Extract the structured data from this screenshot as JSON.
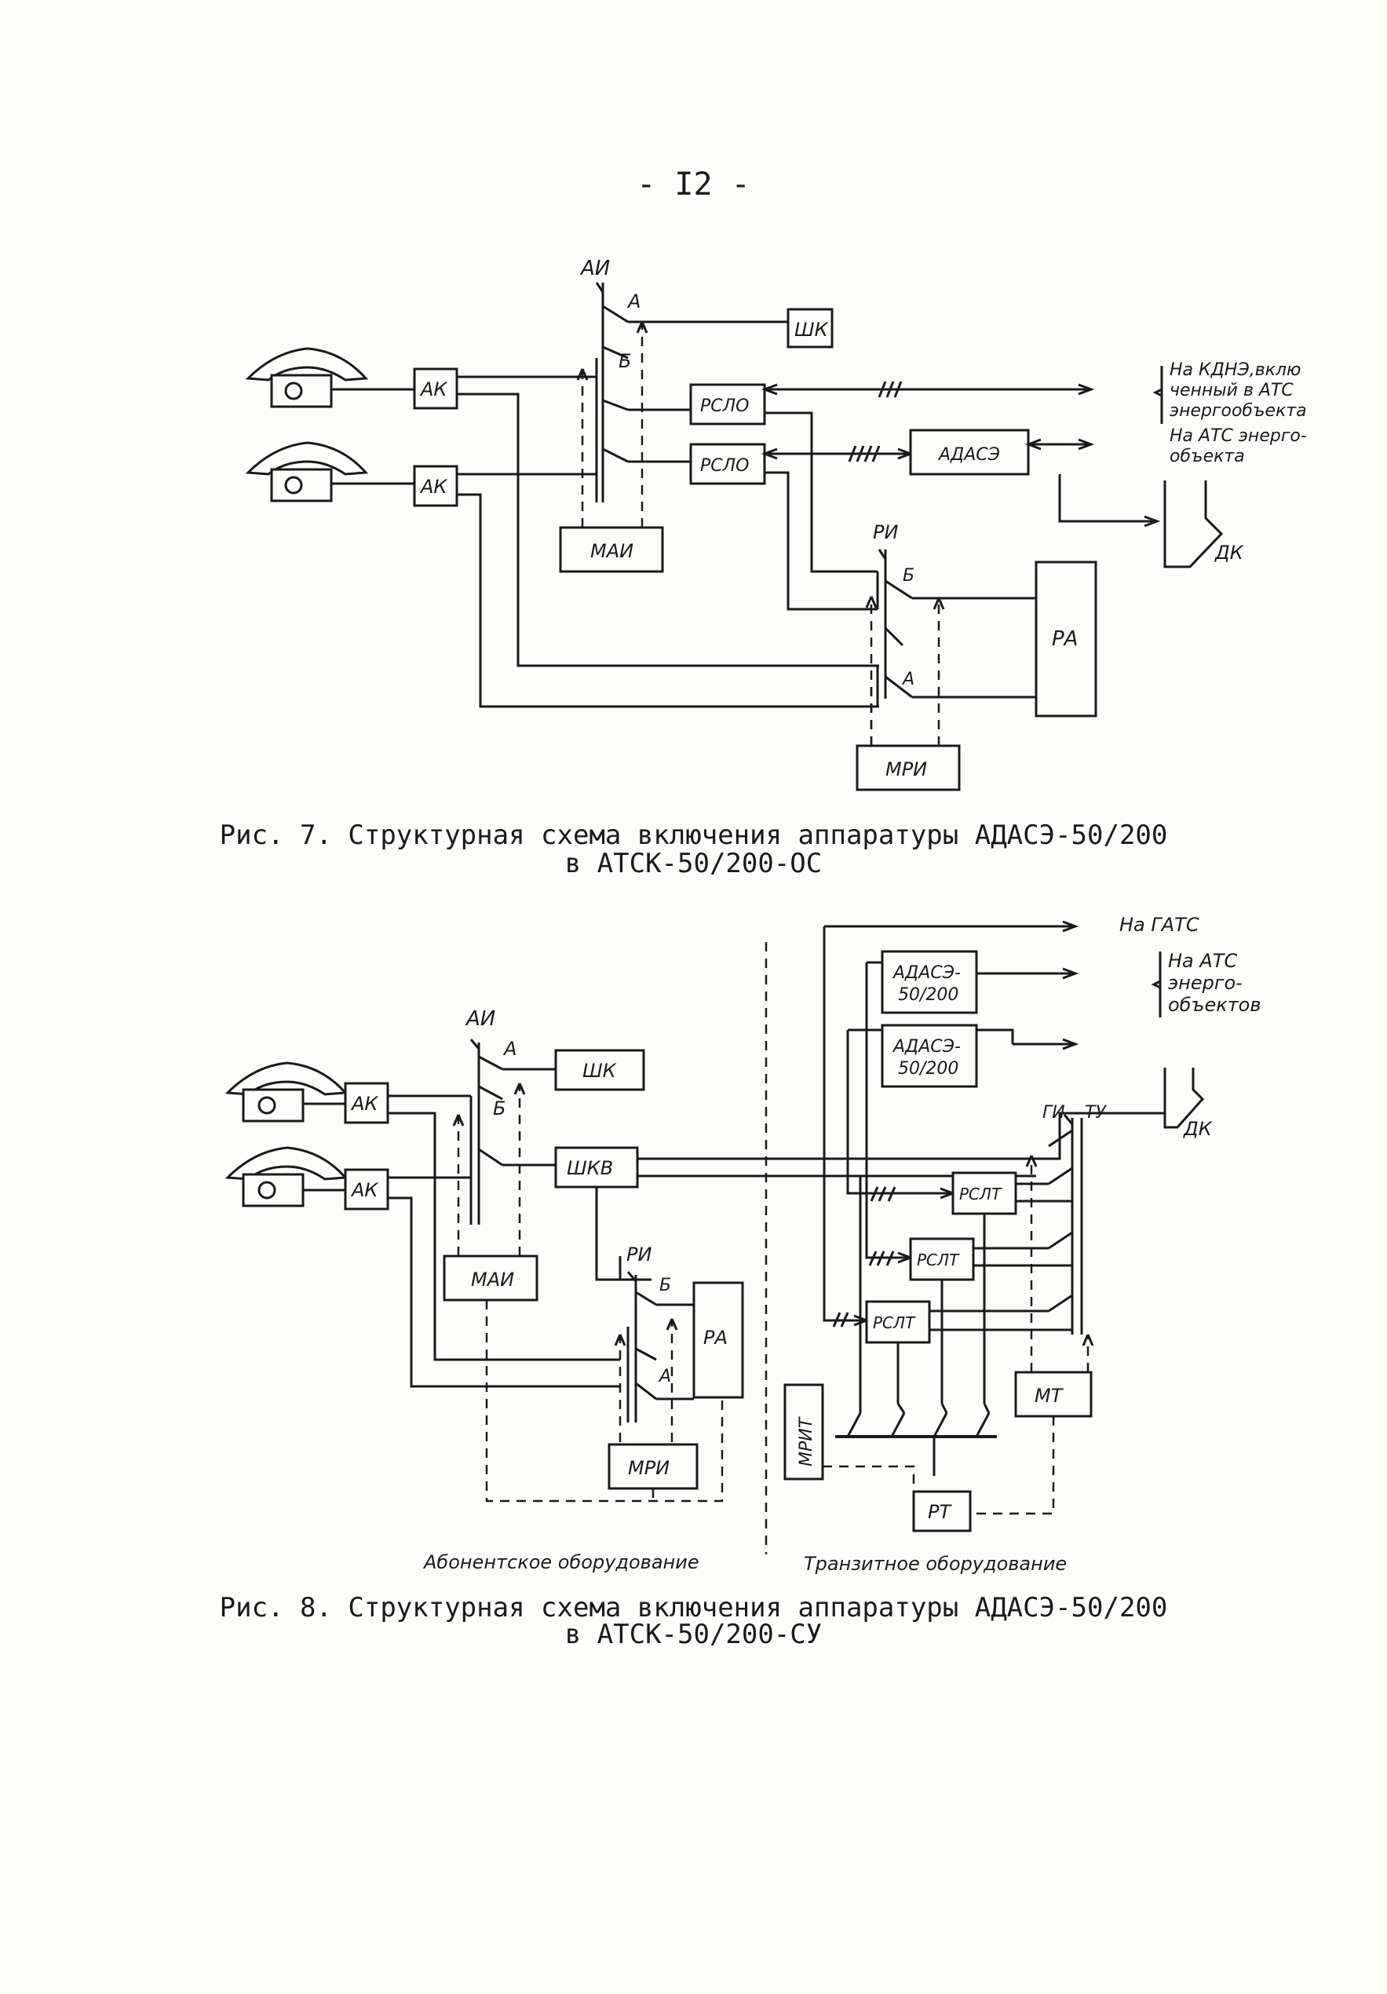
{
  "page_number": "- I2 -",
  "fig7": {
    "caption_line1": "Рис. 7. Структурная схема включения аппаратуры АДАСЭ-50/200",
    "caption_line2": "в АТСК-50/200-ОС",
    "blocks": {
      "ak1": "АК",
      "ak2": "АК",
      "shk": "ШК",
      "rslo1": "РСЛО",
      "rslo2": "РСЛО",
      "adase": "АДАСЭ",
      "mai": "МАИ",
      "ra": "РА",
      "mri": "МРИ"
    },
    "labels": {
      "ai": "АИ",
      "a_top": "А",
      "b_top": "Б",
      "ri": "РИ",
      "b_ri": "Б",
      "a_ri": "А",
      "dk": "ДК",
      "note1": [
        "На КДНЭ,вклю",
        "ченный в АТС",
        "энергообъекта"
      ],
      "note2": [
        "На АТС энерго-",
        "объекта"
      ]
    }
  },
  "fig8": {
    "caption_line1": "Рис. 8. Структурная схема включения аппаратуры АДАСЭ-50/200",
    "caption_line2": "в АТСК-50/200-СУ",
    "blocks": {
      "ak1": "АК",
      "ak2": "АК",
      "shk": "ШК",
      "shkv": "ШКВ",
      "mai": "МАИ",
      "ra": "РА",
      "mri": "МРИ",
      "adase1": [
        "АДАСЭ-",
        "50/200"
      ],
      "adase2": [
        "АДАСЭ-",
        "50/200"
      ],
      "rslt1": "РСЛТ",
      "rslt2": "РСЛТ",
      "rslt3": "РСЛТ",
      "mrit": "МРИТ",
      "mt": "МТ",
      "rt": "РТ"
    },
    "labels": {
      "ai": "АИ",
      "a_top": "А",
      "b_top": "Б",
      "ri": "РИ",
      "b_ri": "Б",
      "a_ri": "А",
      "gi": "ГИ",
      "tu": "ТУ",
      "dk": "ДК",
      "na_gats": "На ГАТС",
      "note": [
        "На АТС",
        "энерго-",
        "объектов"
      ],
      "subscriber_equipment": "Абонентское оборудование",
      "transit_equipment": "Транзитное оборудование"
    }
  }
}
